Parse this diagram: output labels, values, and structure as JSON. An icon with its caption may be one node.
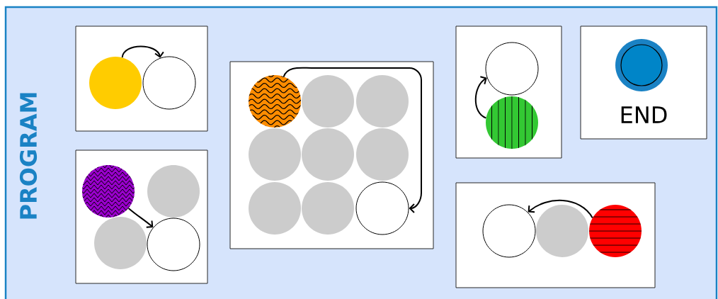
{
  "diagram": {
    "nodes": [
      {
        "text": [
          "PROGRAM"
        ]
      },
      {
        "text": [],
        "shape": "box",
        "in": 0
      },
      {
        "text": [],
        "shape": "circle",
        "in": 1
      },
      {
        "text": [],
        "shape": "circle",
        "in": 1
      },
      {
        "text": [],
        "shape": "box",
        "in": 0
      },
      {
        "text": [],
        "shape": "circle",
        "in": 4
      },
      {
        "text": [],
        "shape": "circle",
        "in": 4
      },
      {
        "text": [],
        "shape": "circle",
        "in": 4
      },
      {
        "text": [],
        "shape": "circle",
        "in": 4
      },
      {
        "text": [],
        "shape": "box",
        "in": 0
      },
      {
        "text": [],
        "shape": "circle",
        "in": 9
      },
      {
        "text": [],
        "shape": "circle",
        "in": 9
      },
      {
        "text": [],
        "shape": "circle",
        "in": 9
      },
      {
        "text": [],
        "shape": "circle",
        "in": 9
      },
      {
        "text": [],
        "shape": "circle",
        "in": 9
      },
      {
        "text": [],
        "shape": "circle",
        "in": 9
      },
      {
        "text": [],
        "shape": "circle",
        "in": 9
      },
      {
        "text": [],
        "shape": "circle",
        "in": 9
      },
      {
        "text": [],
        "shape": "circle",
        "in": 9
      },
      {
        "text": [],
        "shape": "box",
        "in": 0
      },
      {
        "text": [],
        "shape": "circle",
        "in": 19
      },
      {
        "text": [],
        "shape": "circle",
        "in": 19
      },
      {
        "text": [
          "END"
        ],
        "in": 0
      },
      {
        "text": [],
        "shape": "circle",
        "in": 22
      },
      {
        "text": [],
        "shape": "box",
        "in": 0
      },
      {
        "text": [],
        "shape": "circle",
        "in": 24
      },
      {
        "text": [],
        "shape": "circle",
        "in": 24
      },
      {
        "text": [],
        "shape": "circle",
        "in": 24
      }
    ],
    "edges": [
      {
        "from": 2,
        "to": 3,
        "arrow": "to"
      },
      {
        "from": 5,
        "to": 8,
        "arrow": "to"
      },
      {
        "from": 10,
        "to": 18,
        "arrow": "to"
      },
      {
        "from": 21,
        "to": 20,
        "arrow": "to"
      },
      {
        "from": 27,
        "to": 25,
        "arrow": "to"
      }
    ]
  }
}
